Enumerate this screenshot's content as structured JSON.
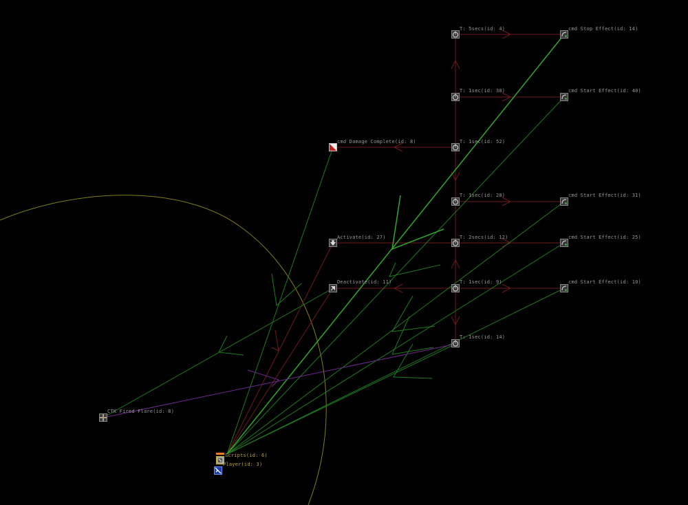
{
  "nodes": [
    {
      "id": "timer-5secs",
      "label": "T: 5secs(id: 4)",
      "type": "timer"
    },
    {
      "id": "stop-effect",
      "label": "cmd Stop Effect(id: 14)",
      "type": "effect"
    },
    {
      "id": "timer-1sec-38",
      "label": "T: 1sec(id: 38)",
      "type": "timer"
    },
    {
      "id": "start-effect-40",
      "label": "cmd Start Effect(id: 40)",
      "type": "effect"
    },
    {
      "id": "damage-complete",
      "label": "cmd Damage Complete(id: 8)",
      "type": "damage"
    },
    {
      "id": "timer-1sec-52",
      "label": "T: 1sec(id: 52)",
      "type": "timer"
    },
    {
      "id": "timer-1sec-28",
      "label": "T: 1sec(id: 28)",
      "type": "timer"
    },
    {
      "id": "start-effect-31",
      "label": "cmd Start Effect(id: 31)",
      "type": "effect"
    },
    {
      "id": "activate",
      "label": "Activate(id: 27)",
      "type": "activate"
    },
    {
      "id": "timer-2secs",
      "label": "T: 2secs(id: 12)",
      "type": "timer"
    },
    {
      "id": "start-effect-25",
      "label": "cmd Start Effect(id: 25)",
      "type": "effect"
    },
    {
      "id": "deactivate",
      "label": "Deactivate(id: 11)",
      "type": "deactivate"
    },
    {
      "id": "timer-1sec-9",
      "label": "T: 1sec(id: 9)",
      "type": "timer"
    },
    {
      "id": "start-effect-10",
      "label": "cmd Start Effect(id: 10)",
      "type": "effect"
    },
    {
      "id": "timer-1sec-14",
      "label": "T: 1sec(id: 14)",
      "type": "timer"
    },
    {
      "id": "ctk-fired-flare",
      "label": "CTK Fired Flare(id: 8)",
      "type": "ctk"
    },
    {
      "id": "scripts",
      "label": "Scripts(id: 6)",
      "type": "scripts"
    },
    {
      "id": "player",
      "label": "Player(id: 3)",
      "type": "player"
    }
  ],
  "colors": {
    "background": "#000000",
    "timer_edge": "#7a1a1a",
    "effect_edge": "#1f7a1f",
    "strong_edge": "#38b838",
    "ctk_edge": "#7a2a9a",
    "range_circle": "#8a8a1a"
  }
}
